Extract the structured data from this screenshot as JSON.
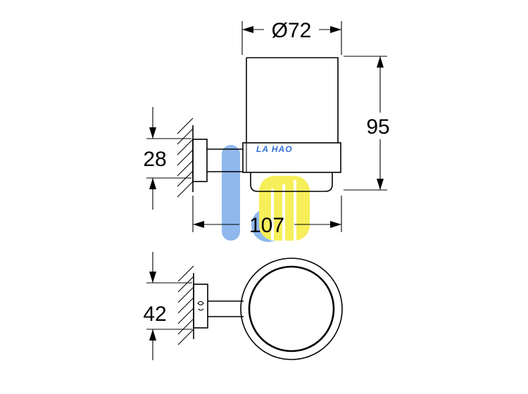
{
  "dimensions": {
    "diameter": "Ø72",
    "height": "95",
    "mount_height_side": "28",
    "projection": "107",
    "mount_height_top": "42"
  },
  "watermark": {
    "text": "LA HAO",
    "colors": {
      "blue": "#8fb8ee",
      "yellow": "#f6ef5a",
      "logo_text": "#2f6fd6"
    }
  }
}
